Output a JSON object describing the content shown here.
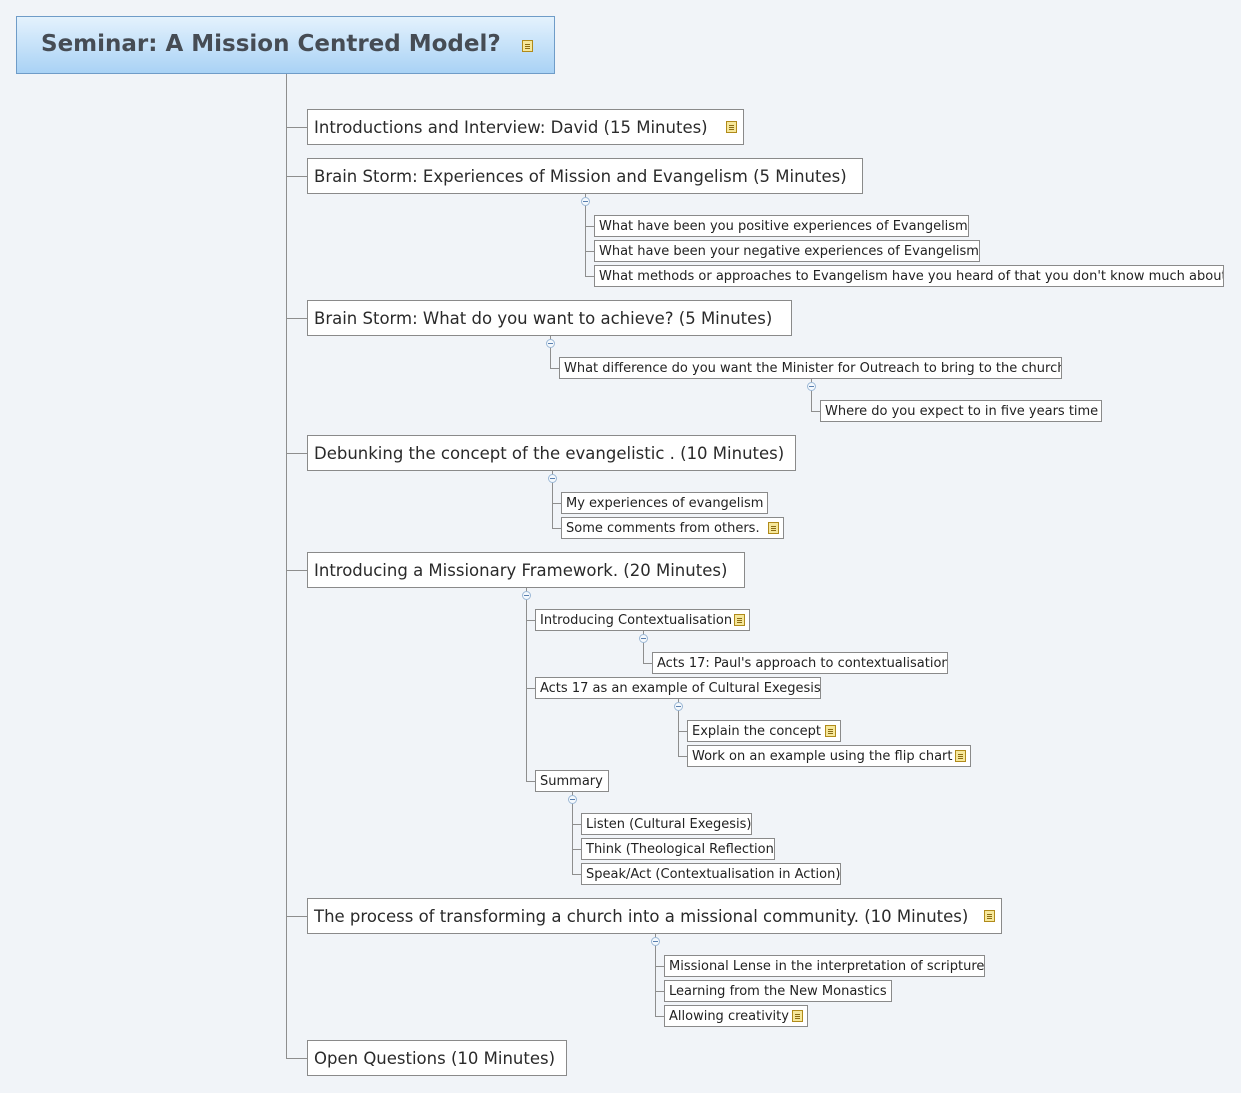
{
  "root": {
    "title": "Seminar: A Mission Centred Model?",
    "has_note": true
  },
  "topics": [
    {
      "label": "Introductions and Interview: David (15 Minutes)",
      "has_note": true
    },
    {
      "label": "Brain Storm: Experiences of Mission and Evangelism (5 Minutes)",
      "has_note": false,
      "children": [
        {
          "label": "What have been you positive experiences of Evangelism?"
        },
        {
          "label": "What have been your negative experiences of Evangelism?"
        },
        {
          "label": "What methods or approaches to Evangelism have you heard of that you don't know much about?"
        }
      ]
    },
    {
      "label": "Brain Storm: What do you want to achieve? (5 Minutes)",
      "has_note": false,
      "children": [
        {
          "label": "What difference do you want the Minister for Outreach to bring to the church?",
          "children": [
            {
              "label": "Where do you expect to in five years time"
            }
          ]
        }
      ]
    },
    {
      "label": "Debunking the concept of the evangelistic . (10 Minutes)",
      "has_note": false,
      "children": [
        {
          "label": "My experiences of evangelism"
        },
        {
          "label": "Some comments from others.",
          "has_note": true
        }
      ]
    },
    {
      "label": "Introducing a Missionary Framework. (20 Minutes)",
      "has_note": false,
      "children": [
        {
          "label": "Introducing Contextualisation",
          "has_note": true,
          "children": [
            {
              "label": "Acts 17: Paul's approach to contextualisation"
            }
          ]
        },
        {
          "label": "Acts 17 as an example of Cultural Exegesis",
          "children": [
            {
              "label": "Explain the concept",
              "has_note": true
            },
            {
              "label": "Work on an example using the flip chart",
              "has_note": true
            }
          ]
        },
        {
          "label": "Summary",
          "children": [
            {
              "label": "Listen (Cultural Exegesis)"
            },
            {
              "label": "Think (Theological Reflection)"
            },
            {
              "label": "Speak/Act (Contextualisation in Action)"
            }
          ]
        }
      ]
    },
    {
      "label": "The process of transforming a church into a missional community. (10 Minutes)",
      "has_note": true,
      "children": [
        {
          "label": "Missional Lense in the interpretation of scripture"
        },
        {
          "label": "Learning from the New Monastics"
        },
        {
          "label": "Allowing creativity",
          "has_note": true
        }
      ]
    },
    {
      "label": "Open Questions (10 Minutes)",
      "has_note": false
    }
  ]
}
